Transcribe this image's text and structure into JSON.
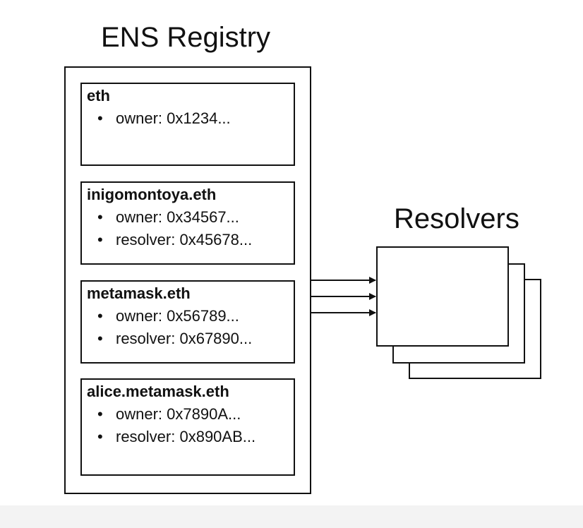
{
  "registry": {
    "title": "ENS Registry",
    "entries": [
      {
        "name": "eth",
        "fields": [
          {
            "bullet": "•",
            "text": "owner: 0x1234..."
          }
        ]
      },
      {
        "name": "inigomontoya.eth",
        "fields": [
          {
            "bullet": "•",
            "text": "owner: 0x34567..."
          },
          {
            "bullet": "•",
            "text": "resolver: 0x45678..."
          }
        ]
      },
      {
        "name": "metamask.eth",
        "fields": [
          {
            "bullet": "•",
            "text": "owner: 0x56789..."
          },
          {
            "bullet": "•",
            "text": "resolver: 0x67890..."
          }
        ]
      },
      {
        "name": "alice.metamask.eth",
        "fields": [
          {
            "bullet": "•",
            "text": "owner: 0x7890A..."
          },
          {
            "bullet": "•",
            "text": "resolver: 0x890AB..."
          }
        ]
      }
    ]
  },
  "resolvers": {
    "title": "Resolvers",
    "card_count": 3
  },
  "connections": {
    "arrow_count": 3,
    "from": "metamask.eth",
    "to": "Resolvers"
  },
  "colors": {
    "stroke": "#111111",
    "background": "#ffffff",
    "bottom_band": "#f3f3f3"
  }
}
